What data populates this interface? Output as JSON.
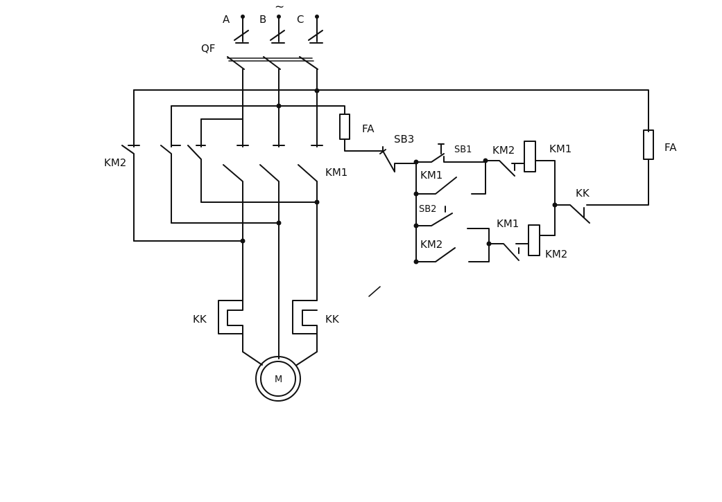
{
  "labels": {
    "phase_a": "A",
    "phase_b": "B",
    "phase_c": "C",
    "ac_symbol": "~",
    "breaker": "QF",
    "fuse_left": "FA",
    "fuse_right": "FA",
    "km2_main": "KM2",
    "km1_main": "KM1",
    "sb3": "SB3",
    "sb1": "SB1",
    "sb2": "SB2",
    "km1_aux": "KM1",
    "km2_aux": "KM2",
    "km2_interlock": "KM2",
    "km1_coil": "KM1",
    "km1_interlock": "KM1",
    "km2_coil": "KM2",
    "kk_contact": "KK",
    "kk_heater_left": "KK",
    "kk_heater_right": "KK",
    "motor": "M"
  }
}
